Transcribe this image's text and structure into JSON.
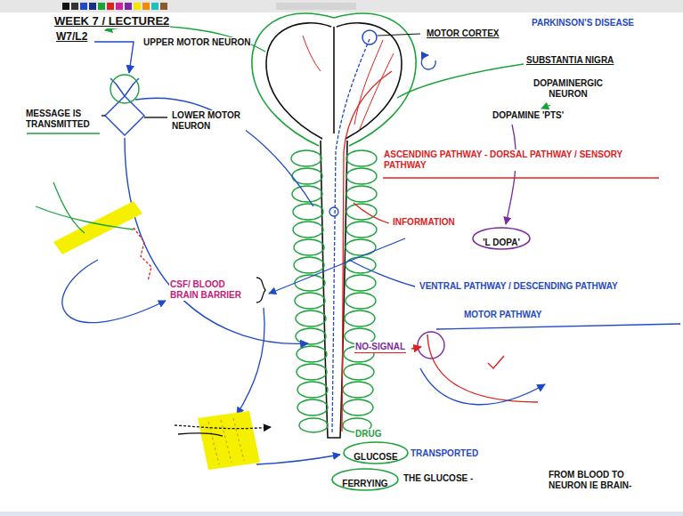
{
  "diagram": {
    "title": "WEEK 7 / LECTURE2",
    "nodes": [
      {
        "text": [
          "'L DOPA'"
        ]
      },
      {
        "text": [
          "GLUCOSE"
        ]
      },
      {
        "text": [
          "FERRYING"
        ]
      }
    ],
    "labels": [
      "W7/L2",
      "PARKINSON'S DISEASE",
      "MOTOR CORTEX",
      "SUBSTANTIA NIGRA",
      "DOPAMINERGIC NEURON",
      "DOPAMINE 'PTS'",
      "UPPER MOTOR NEURON",
      "LOWER MOTOR NEURON",
      "MESSAGE IS TRANSMITTED",
      "ASCENDING PATHWAY - DORSAL PATHWAY / SENSORY PATHWAY",
      "INFORMATION",
      "CSF/ BLOOD BRAIN BARRIER",
      "VENTRAL PATHWAY / DESCENDING PATHWAY",
      "MOTOR PATHWAY",
      "NO-SIGNAL",
      "DRUG",
      "TRANSPORTED",
      "THE GLUCOSE -",
      "FROM BLOOD TO NEURON IE BRAIN-"
    ]
  }
}
